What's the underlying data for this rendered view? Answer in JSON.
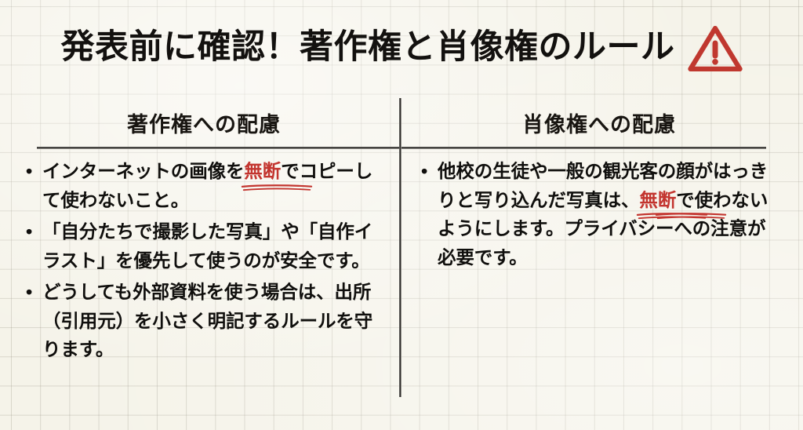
{
  "slide": {
    "title": "発表前に確認！著作権と肖像権のルール",
    "warning_icon": "warning-triangle-icon",
    "accent_red": "#c3352f",
    "background_color": "#f5f3e9",
    "text_color": "#100f0d"
  },
  "columns": [
    {
      "heading": "著作権への配慮",
      "bullets": [
        {
          "parts": [
            {
              "text": "インターネットの画像を",
              "emphasis": false
            },
            {
              "text": "無断",
              "emphasis": true
            },
            {
              "text": "でコピーして使わないこと。",
              "emphasis": false
            }
          ]
        },
        {
          "parts": [
            {
              "text": "「自分たちで撮影した写真」や「自作イラスト」を優先して使うのが安全です。",
              "emphasis": false
            }
          ]
        },
        {
          "parts": [
            {
              "text": "どうしても外部資料を使う場合は、出所（引用元）を小さく明記するルールを守ります。",
              "emphasis": false
            }
          ]
        }
      ]
    },
    {
      "heading": "肖像権への配慮",
      "bullets": [
        {
          "parts": [
            {
              "text": "他校の生徒や一般の観光客の顔がはっきりと写り込んだ写真は、",
              "emphasis": false
            },
            {
              "text": "無",
              "emphasis": true
            },
            {
              "text": "断",
              "emphasis": true
            },
            {
              "text": "で使わないようにします。プライバシーへの注意が必要です。",
              "emphasis": false
            }
          ]
        }
      ]
    }
  ]
}
